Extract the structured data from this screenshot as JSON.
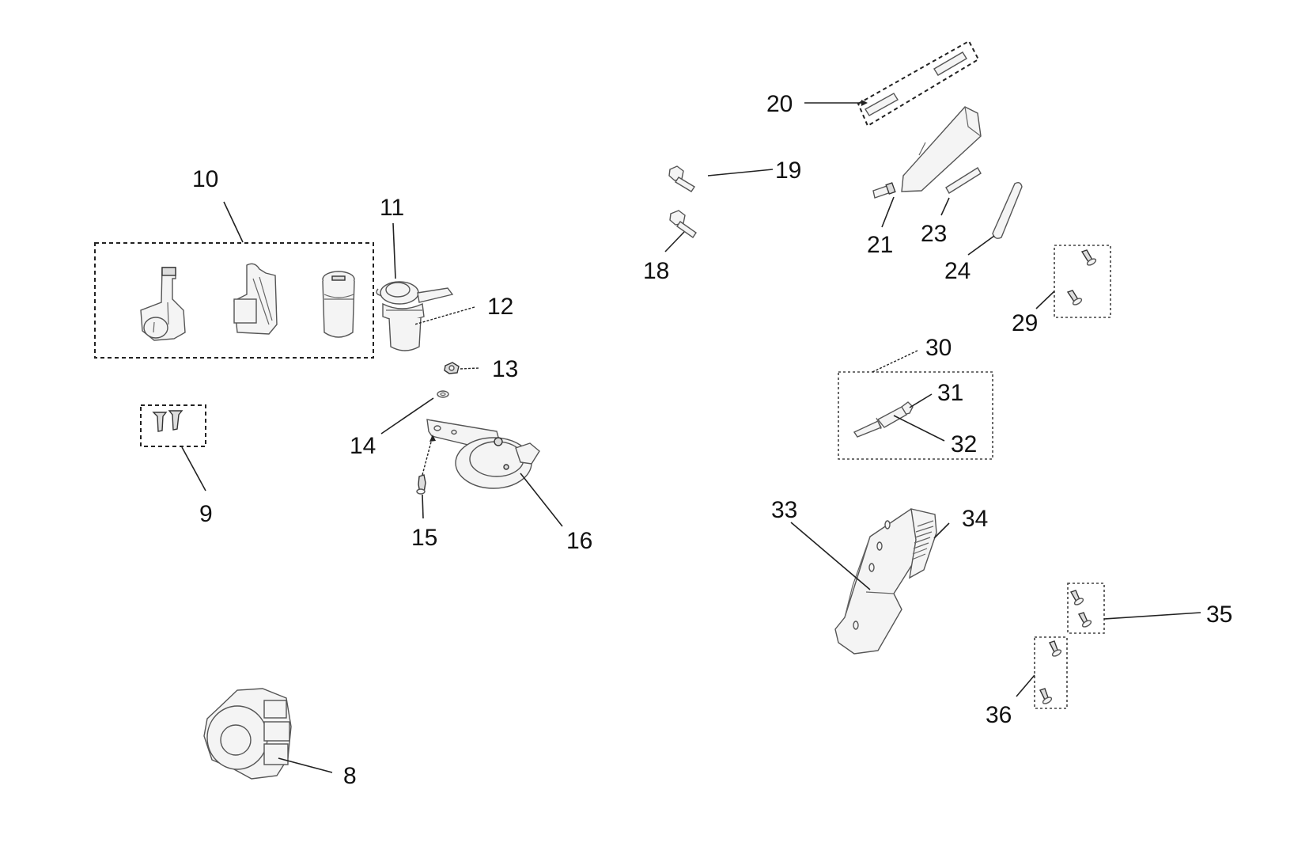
{
  "diagram": {
    "type": "exploded-parts-diagram",
    "callouts": [
      {
        "id": "8",
        "label": "8"
      },
      {
        "id": "9",
        "label": "9"
      },
      {
        "id": "10",
        "label": "10"
      },
      {
        "id": "11",
        "label": "11"
      },
      {
        "id": "12",
        "label": "12"
      },
      {
        "id": "13",
        "label": "13"
      },
      {
        "id": "14",
        "label": "14"
      },
      {
        "id": "15",
        "label": "15"
      },
      {
        "id": "16",
        "label": "16"
      },
      {
        "id": "18",
        "label": "18"
      },
      {
        "id": "19",
        "label": "19"
      },
      {
        "id": "20",
        "label": "20"
      },
      {
        "id": "21",
        "label": "21"
      },
      {
        "id": "23",
        "label": "23"
      },
      {
        "id": "24",
        "label": "24"
      },
      {
        "id": "29",
        "label": "29"
      },
      {
        "id": "30",
        "label": "30"
      },
      {
        "id": "31",
        "label": "31"
      },
      {
        "id": "32",
        "label": "32"
      },
      {
        "id": "33",
        "label": "33"
      },
      {
        "id": "34",
        "label": "34"
      },
      {
        "id": "35",
        "label": "35"
      },
      {
        "id": "36",
        "label": "36"
      }
    ],
    "parts": {
      "p8": "switch-housing",
      "p9": "screw-pair",
      "p10": "lock-set-group",
      "p11": "ignition-lock-cylinder",
      "p12": "lock-body",
      "p13": "nut",
      "p14": "washer",
      "p15": "bolt",
      "p16": "horn-with-bracket",
      "p18": "flange-bolt",
      "p19": "flange-bolt",
      "p20": "pad-set-group",
      "p21": "sensor-module",
      "p23": "pad",
      "p24": "strap",
      "p29": "screw-set-group",
      "p30": "terminal-set-group",
      "p31": "terminal-sleeve",
      "p32": "terminal-pin",
      "p33": "bracket",
      "p34": "control-unit",
      "p35": "screw-set-group",
      "p36": "screw-set-group"
    }
  }
}
